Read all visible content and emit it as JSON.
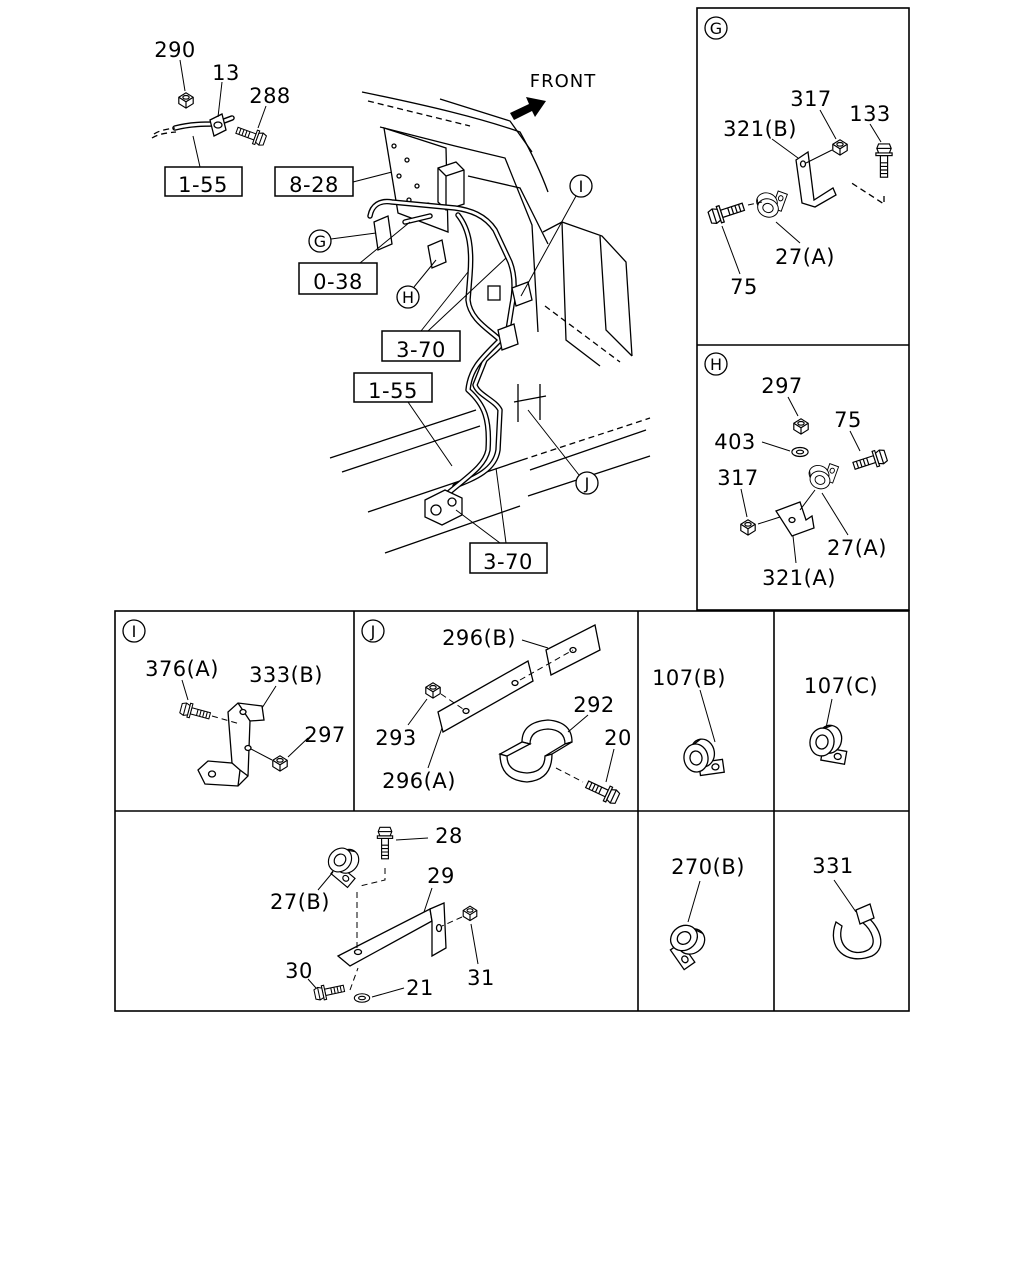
{
  "main": {
    "p290": "290",
    "p13": "13",
    "p288": "288",
    "ref_1_55_a": "1-55",
    "ref_8_28": "8-28",
    "front": "FRONT",
    "view_g": "G",
    "ref_0_38": "0-38",
    "view_h": "H",
    "view_i": "I",
    "ref_3_70_a": "3-70",
    "ref_1_55_b": "1-55",
    "view_j": "J",
    "ref_3_70_b": "3-70"
  },
  "detail_g": {
    "letter": "G",
    "p317": "317",
    "p133": "133",
    "p321b": "321(B)",
    "p27a": "27(A)",
    "p75": "75"
  },
  "detail_h": {
    "letter": "H",
    "p297": "297",
    "p75": "75",
    "p403": "403",
    "p317": "317",
    "p27a": "27(A)",
    "p321a": "321(A)"
  },
  "detail_i": {
    "letter": "I",
    "p376a": "376(A)",
    "p333b": "333(B)",
    "p297": "297"
  },
  "detail_j": {
    "letter": "J",
    "p296b": "296(B)",
    "p292": "292",
    "p293": "293",
    "p20": "20",
    "p296a": "296(A)"
  },
  "clip_107b": {
    "label": "107(B)"
  },
  "clip_107c": {
    "label": "107(C)"
  },
  "bracket_assembly": {
    "p28": "28",
    "p27b": "27(B)",
    "p29": "29",
    "p30": "30",
    "p21": "21",
    "p31": "31"
  },
  "clip_270b": {
    "label": "270(B)"
  },
  "tie_331": {
    "label": "331"
  }
}
